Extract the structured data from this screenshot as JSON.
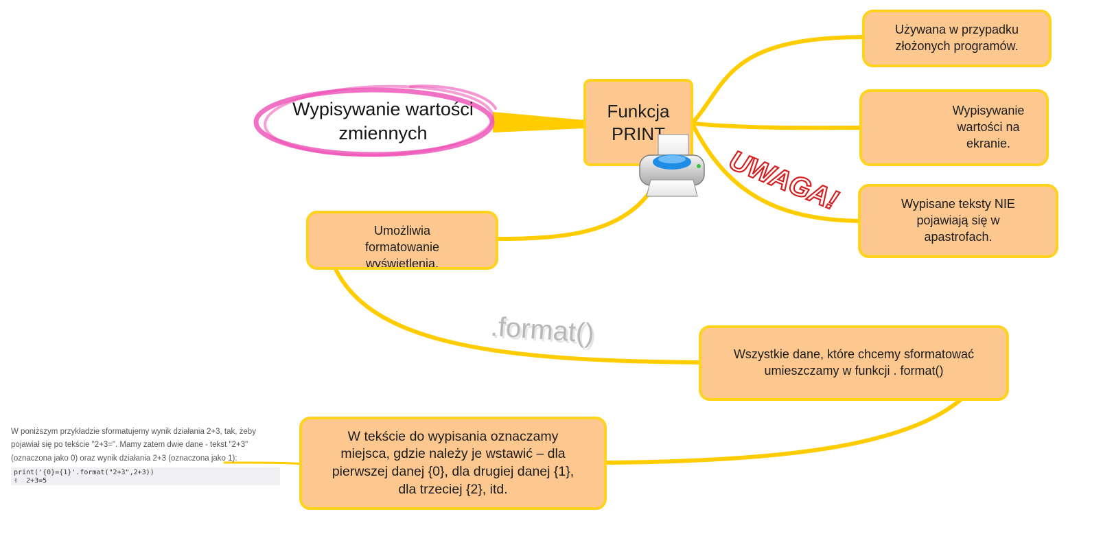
{
  "central": {
    "label": "Funkcja\nPRINT"
  },
  "topic": {
    "label": "Wypisywanie wartości\nzmiennych"
  },
  "nodes": {
    "complex": "Używana w przypadku złożonych programów.",
    "screen": "Wypisywanie wartości na ekranie.",
    "apostrophes": "Wypisane teksty NIE pojawiają się w apastrofach.",
    "formatting": "Umożliwia formatowanie wyświetlenia.",
    "format_function": "Wszystkie dane, które chcemy sformatować umieszczamy w funkcji . format()",
    "placeholders": "W tekście do wypisania oznaczamy miejsca, gdzie należy je wstawić – dla pierwszej danej {0}, dla drugiej danej {1}, dla trzeciej {2}, itd."
  },
  "labels": {
    "warning": "UWAGA!",
    "format_call": ".format()"
  },
  "example": {
    "description": "W poniższym przykładzie sformatujemy wynik działania 2+3, tak, żeby pojawiał się po tekście \"2+3=\". Mamy zatem dwie dane - tekst \"2+3\" (oznaczona jako 0) oraz wynik działania 2+3 (oznaczona jako 1):",
    "code": "print('{0}={1}'.format(\"2+3\",2+3))",
    "output": "2+3=5"
  },
  "icons": [
    "printer-icon",
    "monitor-icon",
    "thumbs-up-icon"
  ],
  "colors": {
    "branch": "#ffcc00",
    "node_fill": "#fcc890",
    "node_border": "#ffd21e",
    "highlight": "#ee4fb5",
    "warning": "#d42020",
    "format_text": "#b8b8b8"
  }
}
